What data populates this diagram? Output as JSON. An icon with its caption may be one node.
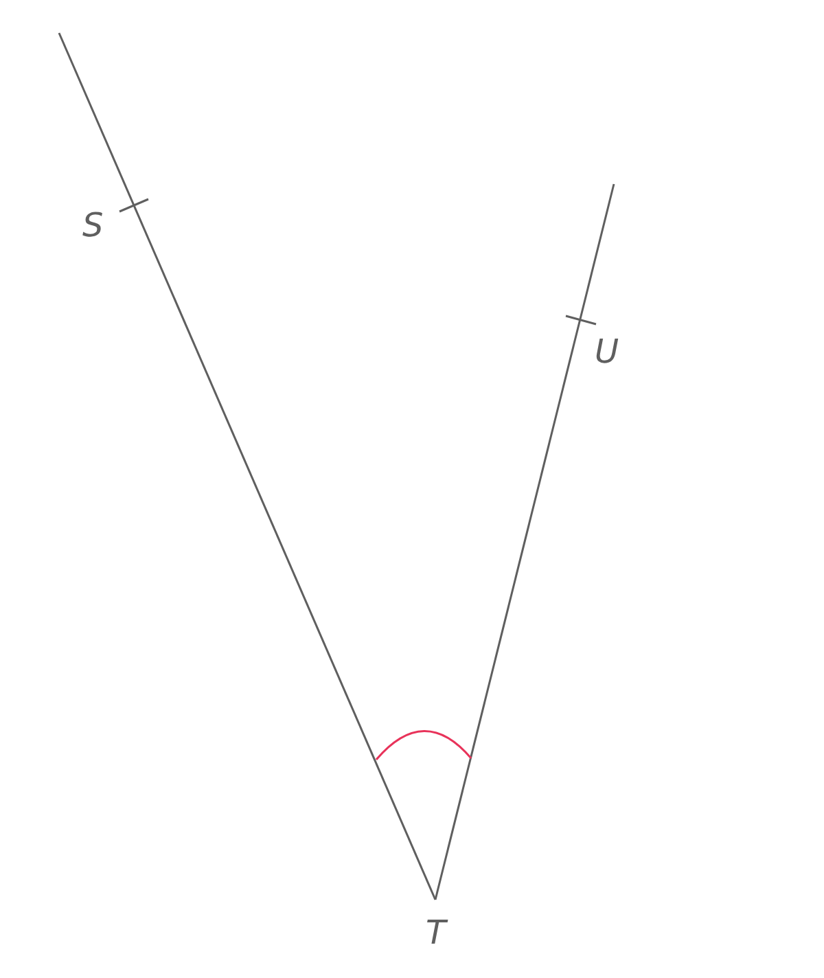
{
  "diagram": {
    "labels": [
      "S",
      "U",
      "T"
    ]
  }
}
